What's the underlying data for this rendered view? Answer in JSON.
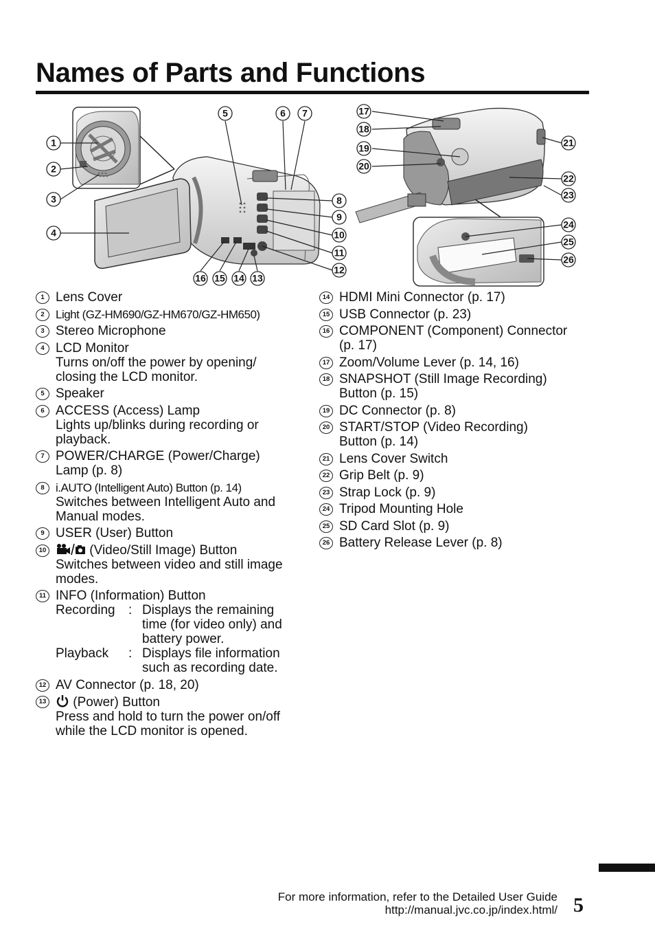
{
  "page": {
    "title": "Names of Parts and Functions",
    "number": "5"
  },
  "icons": {
    "video_still": "video-camera-and-still-camera-icon",
    "power": "power-icon"
  },
  "diagram_callouts": [
    "1",
    "2",
    "3",
    "4",
    "5",
    "6",
    "7",
    "8",
    "9",
    "10",
    "11",
    "12",
    "13",
    "14",
    "15",
    "16",
    "17",
    "18",
    "19",
    "20",
    "21",
    "22",
    "23",
    "24",
    "25",
    "26"
  ],
  "parts_left": [
    {
      "n": "1",
      "name": "Lens Cover"
    },
    {
      "n": "2",
      "name": "Light (GZ-HM690/GZ-HM670/GZ-HM650)"
    },
    {
      "n": "3",
      "name": "Stereo Microphone"
    },
    {
      "n": "4",
      "name": "LCD Monitor",
      "desc": [
        "Turns on/off the power by opening/",
        "closing the LCD monitor."
      ]
    },
    {
      "n": "5",
      "name": "Speaker"
    },
    {
      "n": "6",
      "name": "ACCESS (Access) Lamp",
      "desc": [
        "Lights up/blinks during recording or",
        "playback."
      ]
    },
    {
      "n": "7",
      "name": "POWER/CHARGE (Power/Charge)",
      "desc": [
        "Lamp (p. 8)"
      ]
    },
    {
      "n": "8",
      "name": "i.AUTO (Intelligent Auto) Button (p. 14)",
      "desc": [
        "Switches between Intelligent Auto and",
        "Manual modes."
      ]
    },
    {
      "n": "9",
      "name": "USER (User) Button"
    },
    {
      "n": "10",
      "name": "(Video/Still Image) Button",
      "desc": [
        "Switches between video and still image",
        "modes."
      ]
    },
    {
      "n": "11",
      "name": "INFO (Information) Button",
      "rows": [
        {
          "label": "Recording",
          "colon": ":",
          "text": [
            "Displays the remaining",
            "time (for video only) and",
            "battery power."
          ]
        },
        {
          "label": "Playback",
          "colon": ":",
          "text": [
            "Displays file information",
            "such as recording date."
          ]
        }
      ]
    },
    {
      "n": "12",
      "name": "AV Connector (p. 18, 20)"
    },
    {
      "n": "13",
      "name": "(Power) Button",
      "desc": [
        "Press and hold to turn the power on/off",
        "while the LCD monitor is opened."
      ]
    }
  ],
  "parts_right": [
    {
      "n": "14",
      "name": "HDMI Mini Connector (p. 17)"
    },
    {
      "n": "15",
      "name": "USB Connector (p. 23)"
    },
    {
      "n": "16",
      "name": "COMPONENT (Component) Connector",
      "desc": [
        "(p. 17)"
      ]
    },
    {
      "n": "17",
      "name": "Zoom/Volume Lever (p. 14, 16)"
    },
    {
      "n": "18",
      "name": "SNAPSHOT (Still Image Recording)",
      "desc": [
        "Button (p. 15)"
      ]
    },
    {
      "n": "19",
      "name": "DC Connector (p. 8)"
    },
    {
      "n": "20",
      "name": "START/STOP (Video Recording)",
      "desc": [
        "Button (p. 14)"
      ]
    },
    {
      "n": "21",
      "name": "Lens Cover Switch"
    },
    {
      "n": "22",
      "name": "Grip Belt (p. 9)"
    },
    {
      "n": "23",
      "name": "Strap Lock (p. 9)"
    },
    {
      "n": "24",
      "name": "Tripod Mounting Hole"
    },
    {
      "n": "25",
      "name": "SD Card Slot (p. 9)"
    },
    {
      "n": "26",
      "name": "Battery Release Lever (p. 8)"
    }
  ],
  "footer": {
    "line1": "For more information, refer to the Detailed User Guide",
    "line2": "http://manual.jvc.co.jp/index.html/"
  }
}
